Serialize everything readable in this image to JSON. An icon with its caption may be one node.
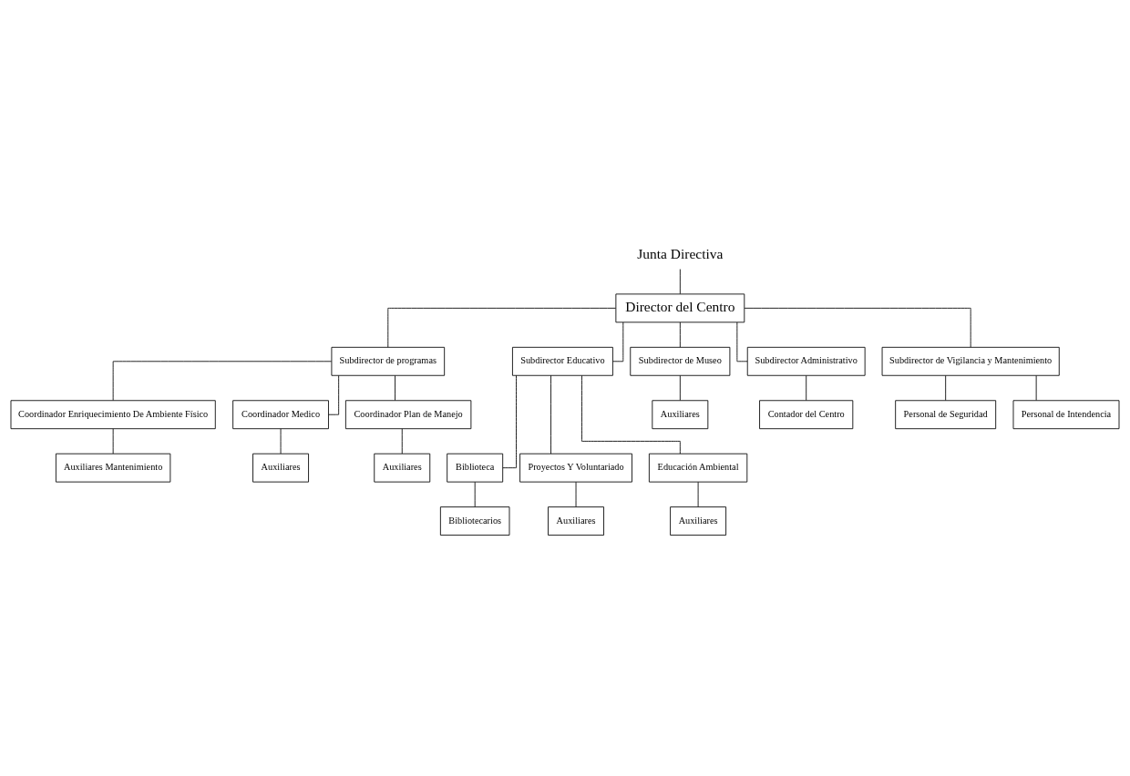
{
  "diagram": {
    "nodes": [
      {
        "text": [
          "Junta Directiva"
        ]
      },
      {
        "text": [
          "Director del Centro"
        ]
      },
      {
        "text": [
          "Subdirector de programas"
        ]
      },
      {
        "text": [
          "Subdirector Educativo"
        ]
      },
      {
        "text": [
          "Subdirector de Museo"
        ]
      },
      {
        "text": [
          "Subdirector Administrativo"
        ]
      },
      {
        "text": [
          "Subdirector de Vigilancia y Mantenimiento"
        ]
      },
      {
        "text": [
          "Coordinador Enriquecimiento De Ambiente Físico"
        ]
      },
      {
        "text": [
          "Coordinador Medico"
        ]
      },
      {
        "text": [
          "Coordinador Plan de Manejo"
        ]
      },
      {
        "text": [
          "Contador del Centro"
        ]
      },
      {
        "text": [
          "Auxiliares Mantenimiento"
        ]
      },
      {
        "text": [
          "Auxiliares"
        ]
      },
      {
        "text": [
          "Auxiliares"
        ]
      },
      {
        "text": [
          "Auxiliares"
        ]
      },
      {
        "text": [
          "Personal de Seguridad"
        ]
      },
      {
        "text": [
          "Personal de Intendencia"
        ]
      },
      {
        "text": [
          "Biblioteca"
        ]
      },
      {
        "text": [
          "Proyectos Y Voluntariado"
        ]
      },
      {
        "text": [
          "Educación Ambiental"
        ]
      },
      {
        "text": [
          "Bibliotecarios"
        ]
      },
      {
        "text": [
          "Auxiliares"
        ]
      },
      {
        "text": [
          "Auxiliares"
        ]
      }
    ],
    "edges": [
      {
        "from": 0,
        "to": 1,
        "arrow": "none"
      },
      {
        "from": 1,
        "to": 2,
        "arrow": "none"
      },
      {
        "from": 1,
        "to": 3,
        "arrow": "none"
      },
      {
        "from": 1,
        "to": 4,
        "arrow": "none"
      },
      {
        "from": 1,
        "to": 5,
        "arrow": "none"
      },
      {
        "from": 1,
        "to": 6,
        "arrow": "none"
      },
      {
        "from": 2,
        "to": 7,
        "arrow": "none"
      },
      {
        "from": 2,
        "to": 8,
        "arrow": "none"
      },
      {
        "from": 2,
        "to": 9,
        "arrow": "none"
      },
      {
        "from": 7,
        "to": 11,
        "arrow": "none"
      },
      {
        "from": 8,
        "to": 12,
        "arrow": "none"
      },
      {
        "from": 9,
        "to": 13,
        "arrow": "none"
      },
      {
        "from": 4,
        "to": 14,
        "arrow": "none"
      },
      {
        "from": 5,
        "to": 10,
        "arrow": "none"
      },
      {
        "from": 6,
        "to": 15,
        "arrow": "none"
      },
      {
        "from": 6,
        "to": 16,
        "arrow": "none"
      },
      {
        "from": 3,
        "to": 17,
        "arrow": "none"
      },
      {
        "from": 3,
        "to": 18,
        "arrow": "none"
      },
      {
        "from": 3,
        "to": 19,
        "arrow": "none"
      },
      {
        "from": 17,
        "to": 20,
        "arrow": "none"
      },
      {
        "from": 18,
        "to": 21,
        "arrow": "none"
      },
      {
        "from": 19,
        "to": 22,
        "arrow": "none"
      }
    ]
  }
}
